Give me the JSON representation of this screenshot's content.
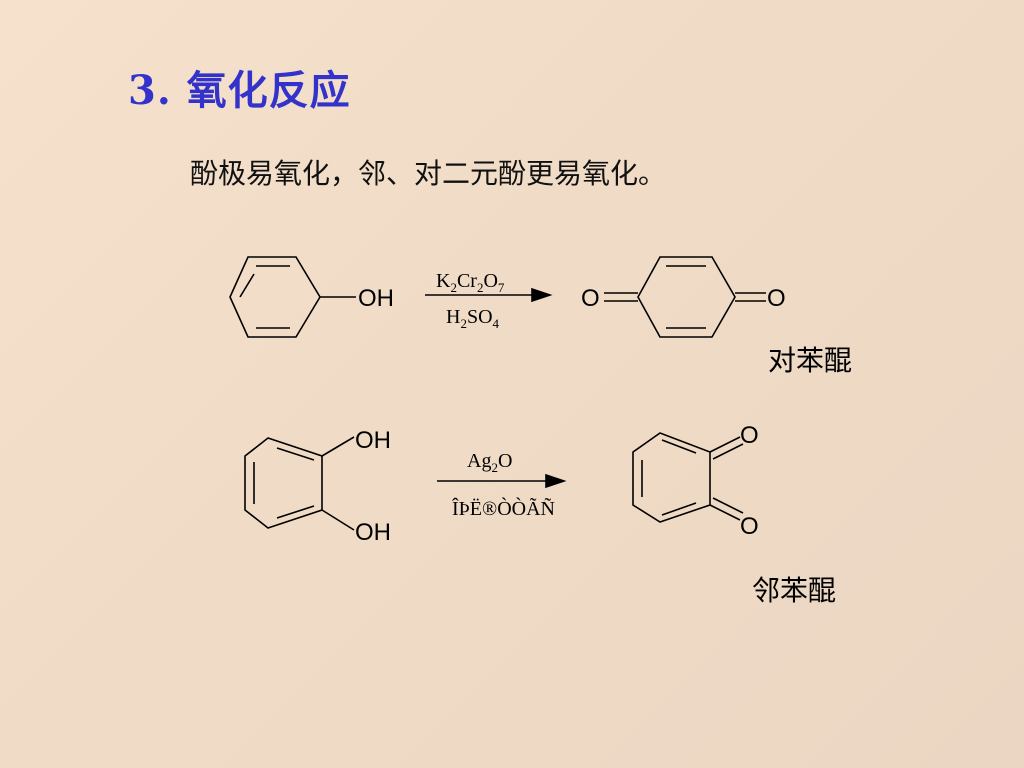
{
  "slide": {
    "title": "3. 氧化反应",
    "subtitle": "酚极易氧化，邻、对二元酚更易氧化。"
  },
  "reaction1": {
    "reactant_group": "OH",
    "reagent_top": {
      "main": "K",
      "parts": [
        "K",
        "2",
        "Cr",
        "2",
        "O",
        "7"
      ]
    },
    "reagent_bottom": {
      "parts": [
        "H",
        "2",
        "SO",
        "4"
      ]
    },
    "product_left_atom": "O",
    "product_right_atom": "O",
    "product_name": "对苯醌"
  },
  "reaction2": {
    "reactant_group_top": "OH",
    "reactant_group_bottom": "OH",
    "reagent_top": {
      "parts": [
        "Ag",
        "2",
        "O"
      ]
    },
    "reagent_bottom_garbled": "ÎÞË®ÒÒÃÑ",
    "product_top_atom": "O",
    "product_bottom_atom": "O",
    "product_name": "邻苯醌"
  }
}
